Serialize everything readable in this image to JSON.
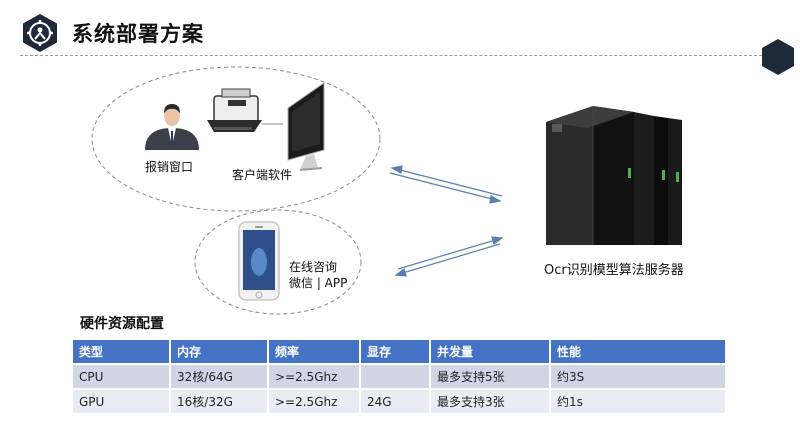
{
  "header": {
    "title": "系统部署方案",
    "logo_icon": "gear-hex-icon"
  },
  "diagram": {
    "nodes": {
      "reimbursement_window": "报销窗口",
      "client_software": "客户端软件",
      "online_consult": "在线咨询",
      "wechat_app": "微信 | APP",
      "ocr_server": "Ocr识别模型算法服务器"
    }
  },
  "resources": {
    "title": "硬件资源配置",
    "columns": [
      "类型",
      "内存",
      "频率",
      "显存",
      "并发量",
      "性能"
    ],
    "rows": [
      [
        "CPU",
        "32核/64G",
        ">=2.5Ghz",
        "",
        "最多支持5张",
        "约3S"
      ],
      [
        "GPU",
        "16核/32G",
        ">=2.5Ghz",
        "24G",
        "最多支持3张",
        "约1s"
      ]
    ]
  },
  "colors": {
    "table_header": "#4472c4",
    "row_odd": "#d0d6e6",
    "row_even": "#e9ecf4",
    "badge": "#1e2a3a"
  }
}
